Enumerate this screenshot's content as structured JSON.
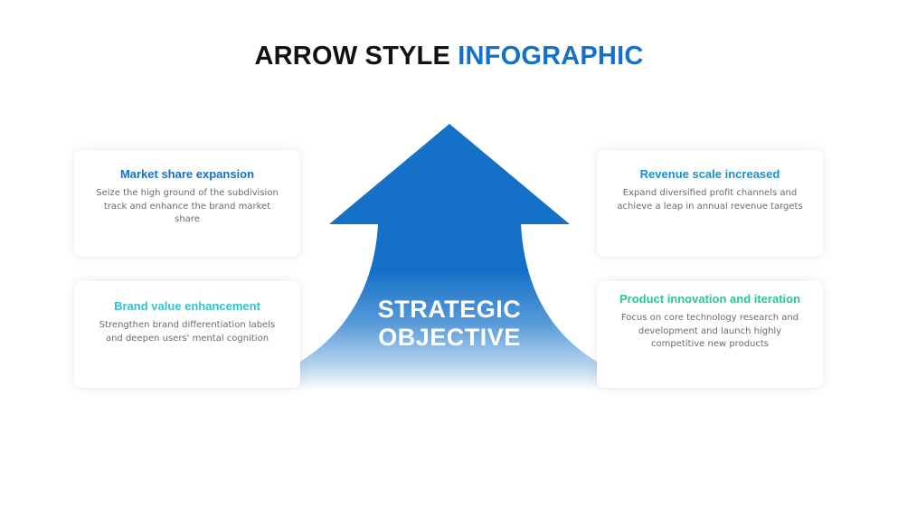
{
  "title": {
    "part1": "ARROW STYLE",
    "part2": "INFOGRAPHIC"
  },
  "center": {
    "line1": "STRATEGIC",
    "line2": "OBJECTIVE"
  },
  "cards": {
    "top_left": {
      "heading": "Market share expansion",
      "body": "Seize the high ground of the subdivision track and enhance the brand market share"
    },
    "bottom_left": {
      "heading": "Brand value enhancement",
      "body": "Strengthen brand differentiation labels and deepen users' mental cognition"
    },
    "top_right": {
      "heading": "Revenue scale increased",
      "body": "Expand diversified profit channels and achieve a leap in annual revenue targets"
    },
    "bottom_right": {
      "heading": "Product innovation and iteration",
      "body": "Focus on core technology research and development and launch highly competitive new products"
    }
  },
  "colors": {
    "primary_blue": "#1570c8",
    "arrow_blue": "#1570c8",
    "teal": "#2ec3d3",
    "sky_blue": "#1a8fd0",
    "green": "#2cc594",
    "body_text": "#6b6b6b",
    "title_text": "#111111"
  }
}
